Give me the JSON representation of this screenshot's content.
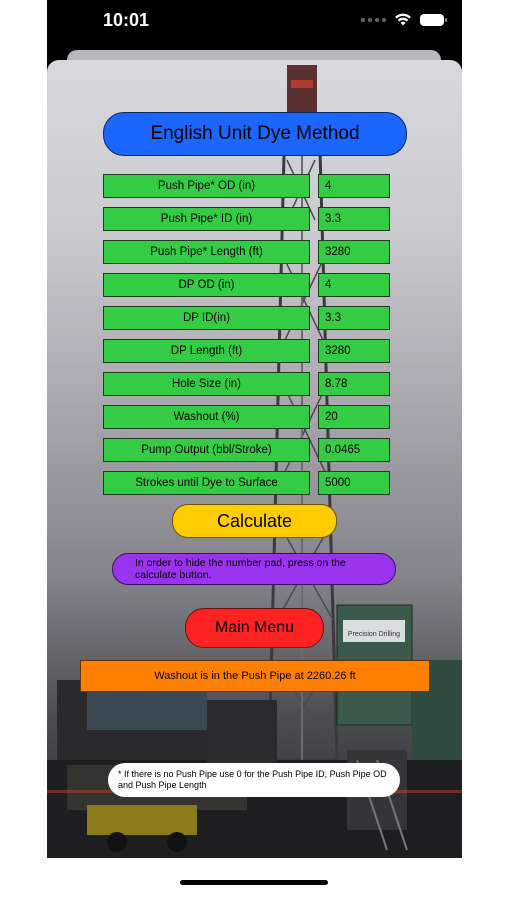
{
  "status_bar": {
    "time": "10:01"
  },
  "title": "English Unit Dye Method",
  "fields": [
    {
      "label": "Push Pipe* OD (in)",
      "value": "4"
    },
    {
      "label": "Push Pipe* ID (in)",
      "value": "3.3"
    },
    {
      "label": "Push Pipe* Length (ft)",
      "value": "3280"
    },
    {
      "label": "DP OD (in)",
      "value": "4"
    },
    {
      "label": "DP ID(in)",
      "value": "3.3"
    },
    {
      "label": "DP Length (ft)",
      "value": "3280"
    },
    {
      "label": "Hole Size (in)",
      "value": "8.78"
    },
    {
      "label": "Washout (%)",
      "value": "20"
    },
    {
      "label": "Pump Output (bbl/Stroke)",
      "value": "0.0465"
    },
    {
      "label": "Strokes until Dye to Surface",
      "value": "5000"
    }
  ],
  "calculate_label": "Calculate",
  "hint_text": "In order to hide the number pad, press on the calculate button.",
  "main_menu_label": "Main Menu",
  "result_text": "Washout is in the Push Pipe at 2260.26 ft",
  "footnote": "* If there is no Push Pipe use 0 for the Push Pipe ID, Push Pipe OD and Push Pipe Length",
  "background_sign_text": "Precision Drilling",
  "colors": {
    "title": "#1a66ff",
    "field": "#33cc44",
    "calculate": "#ffcc00",
    "hint": "#9933ee",
    "main_menu": "#ff2222",
    "result": "#ff8000"
  }
}
